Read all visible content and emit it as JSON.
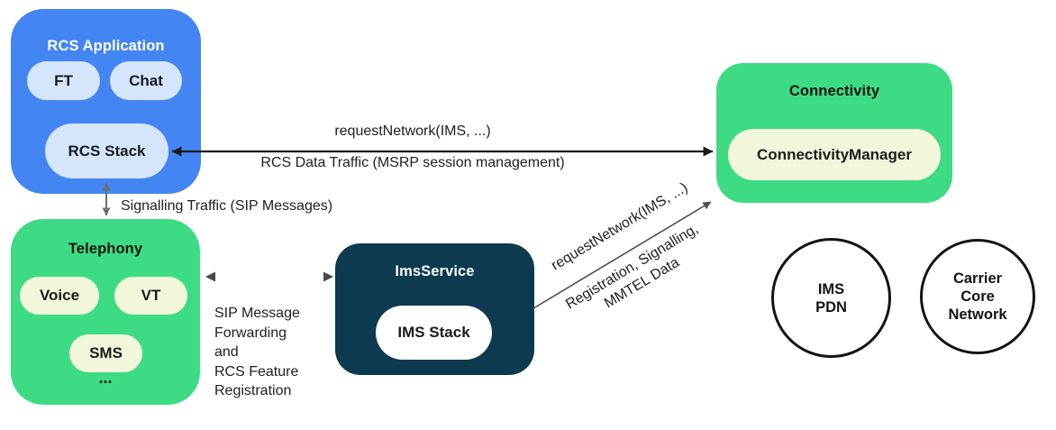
{
  "colors": {
    "app_blue": "#4485f4",
    "pill_light_blue": "#d5e5fb",
    "android_green": "#3ddc84",
    "pill_cream": "#f2f7db",
    "ims_navy": "#0d3a4f",
    "arrow_black": "#1b1b1b",
    "arrow_gray": "#6f6f6f"
  },
  "rcs_application": {
    "title": "RCS Application",
    "pill_ft": "FT",
    "pill_chat": "Chat",
    "pill_rcs_stack": "RCS Stack"
  },
  "telephony": {
    "title": "Telephony",
    "pill_voice": "Voice",
    "pill_vt": "VT",
    "pill_sms": "SMS",
    "ellipsis": "..."
  },
  "ims_service": {
    "title": "ImsService",
    "pill_ims_stack": "IMS Stack"
  },
  "connectivity": {
    "title": "Connectivity",
    "pill_connectivity_manager": "ConnectivityManager"
  },
  "network_clouds": {
    "ims_pdn_line1": "IMS",
    "ims_pdn_line2": "PDN",
    "carrier_line1": "Carrier",
    "carrier_line2": "Core",
    "carrier_line3": "Network"
  },
  "edge_labels": {
    "request_network_horizontal": "requestNetwork(IMS, ...)",
    "rcs_data_traffic": "RCS Data Traffic (MSRP session management)",
    "signalling_traffic": "Signalling Traffic (SIP Messages)",
    "sip_forwarding_line1": "SIP Message",
    "sip_forwarding_line2": "Forwarding",
    "sip_forwarding_line3": "and",
    "sip_forwarding_line4": "RCS Feature",
    "sip_forwarding_line5": "Registration",
    "request_network_diagonal": "requestNetwork(IMS, ...)",
    "registration_signalling_line1": "Registration, Signalling,",
    "registration_signalling_line2": "MMTEL Data"
  }
}
